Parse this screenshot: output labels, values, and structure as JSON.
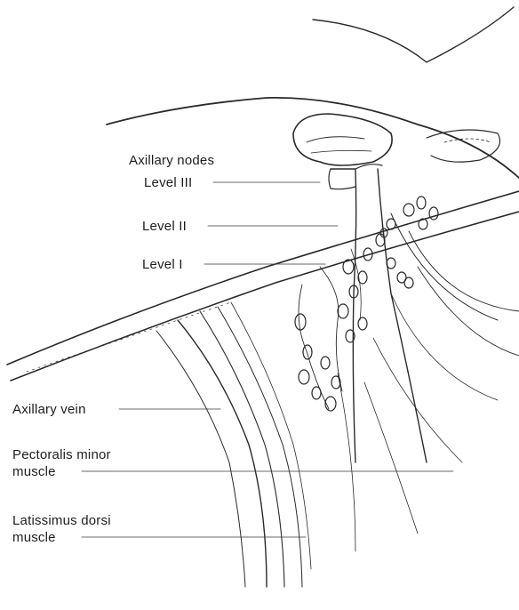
{
  "labels": {
    "axillary_nodes": "Axillary nodes",
    "level_3": "Level III",
    "level_2": "Level II",
    "level_1": "Level I",
    "axillary_vein": "Axillary vein",
    "pectoralis_minor_line1": "Pectoralis minor",
    "pectoralis_minor_line2": "muscle",
    "latissimus_dorsi_line1": "Latissimus dorsi",
    "latissimus_dorsi_line2": "muscle"
  },
  "colors": {
    "ink": "#1e1e1e",
    "background": "#ffffff"
  }
}
